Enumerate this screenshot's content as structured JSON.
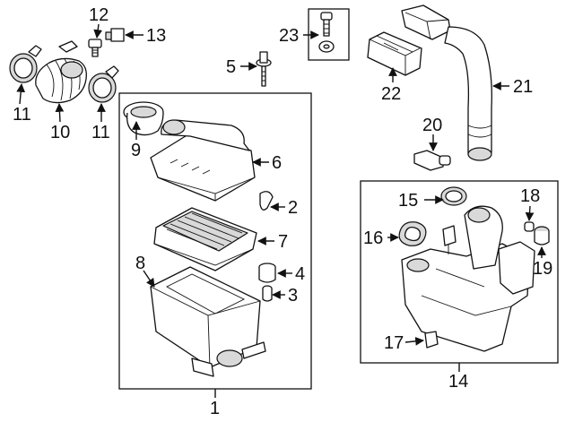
{
  "callouts": {
    "c1": "1",
    "c2": "2",
    "c3": "3",
    "c4": "4",
    "c5": "5",
    "c6": "6",
    "c7": "7",
    "c8": "8",
    "c9": "9",
    "c10": "10",
    "c11a": "11",
    "c11b": "11",
    "c12": "12",
    "c13": "13",
    "c14": "14",
    "c15": "15",
    "c16": "16",
    "c17": "17",
    "c18": "18",
    "c19": "19",
    "c20": "20",
    "c21": "21",
    "c22": "22",
    "c23": "23"
  }
}
